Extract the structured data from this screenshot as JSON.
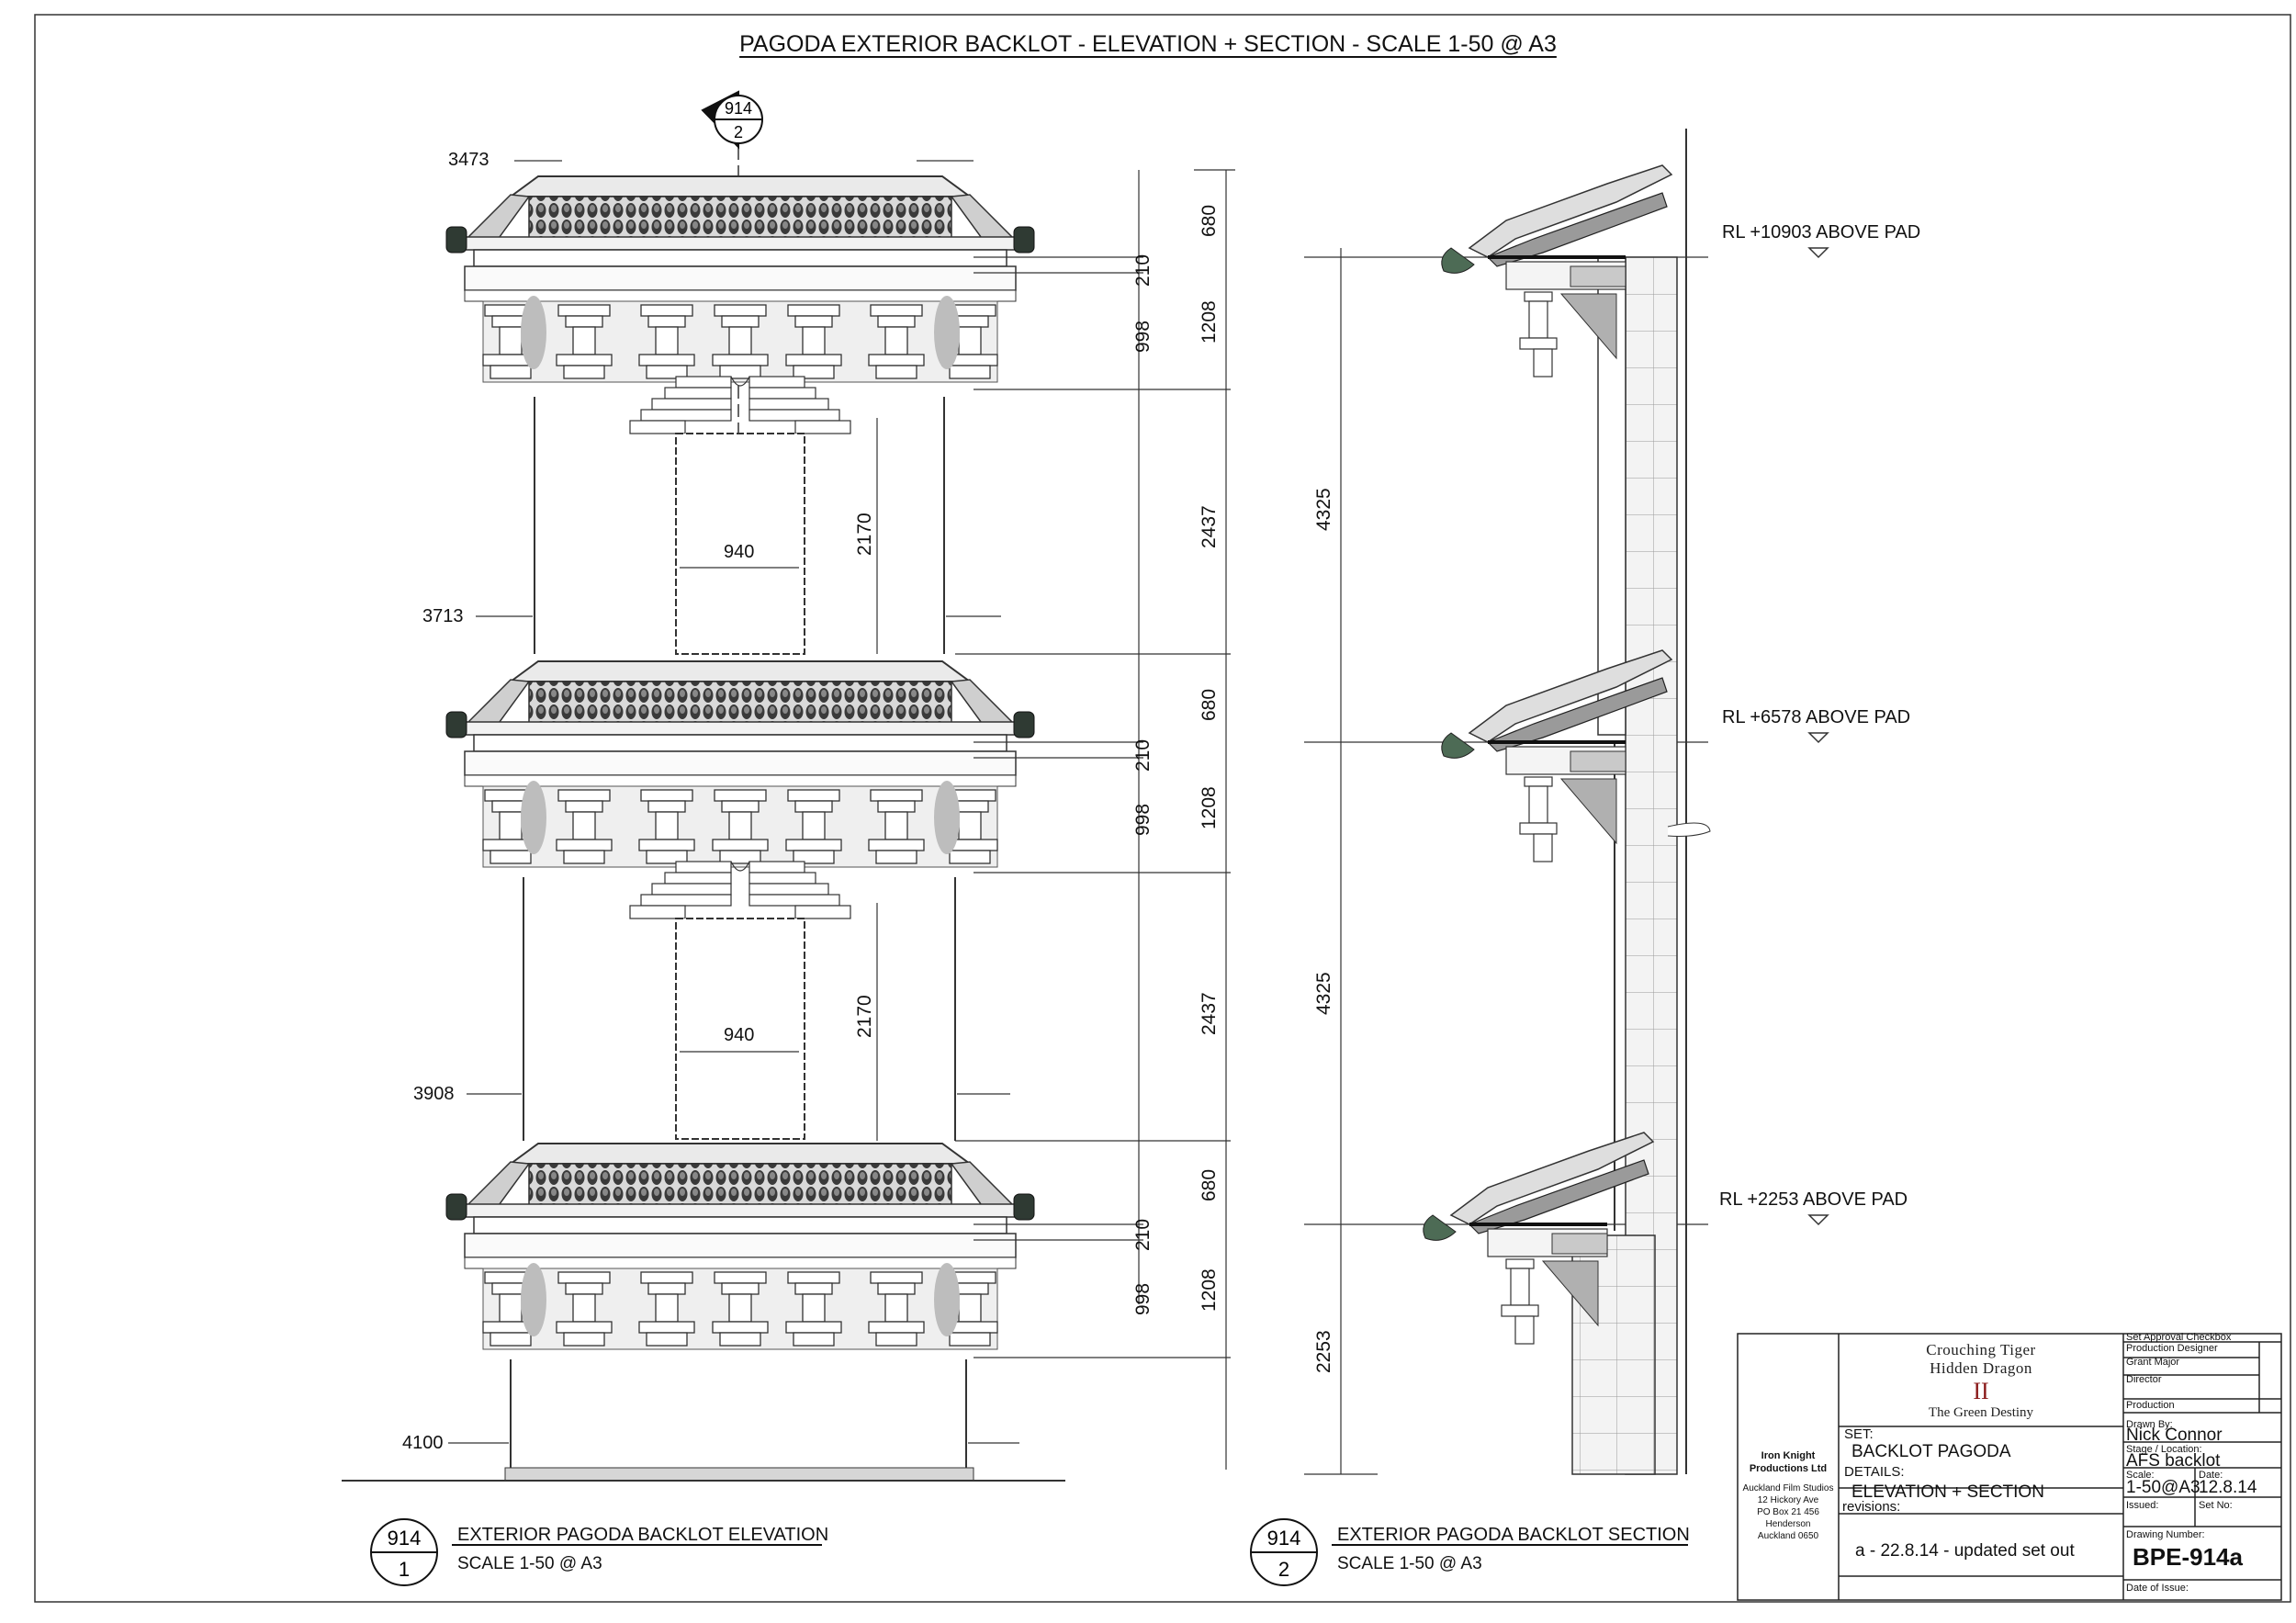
{
  "sheet": {
    "title": "PAGODA EXTERIOR BACKLOT - ELEVATION + SECTION - SCALE 1-50 @ A3"
  },
  "elevation": {
    "section_marker": {
      "top": "914",
      "bottom": "2"
    },
    "widths": [
      "3473",
      "3713",
      "3908",
      "4100"
    ],
    "door_width": [
      "940",
      "940"
    ],
    "door_height": [
      "2170",
      "2170"
    ],
    "inner_dims": [
      "680",
      "210",
      "998",
      "1208",
      "2437",
      "680",
      "210",
      "998",
      "1208",
      "2437",
      "680",
      "210",
      "998",
      "1208"
    ],
    "caption": {
      "number_top": "914",
      "number_bottom": "1",
      "title": "EXTERIOR PAGODA BACKLOT ELEVATION",
      "scale": "SCALE 1-50 @ A3"
    }
  },
  "section": {
    "levels": [
      "4325",
      "4325",
      "2253"
    ],
    "rl_labels": [
      "RL +10903 ABOVE PAD",
      "RL +6578 ABOVE PAD",
      "RL +2253 ABOVE PAD"
    ],
    "caption": {
      "number_top": "914",
      "number_bottom": "2",
      "title": "EXTERIOR PAGODA BACKLOT SECTION",
      "scale": "SCALE 1-50 @ A3"
    }
  },
  "title_block": {
    "logo": {
      "line1": "Crouching Tiger",
      "line2": "Hidden Dragon",
      "line3": "II",
      "line4": "The Green Destiny"
    },
    "company": {
      "name_1": "Iron Knight",
      "name_2": "Productions Ltd",
      "addr_1": "Auckland Film Studios",
      "addr_2": "12 Hickory Ave",
      "addr_3": "PO Box 21 456",
      "addr_4": "Henderson",
      "addr_5": "Auckland 0650"
    },
    "set_label": "SET:",
    "set_value": "BACKLOT PAGODA",
    "details_label": "DETAILS:",
    "details_value": "ELEVATION + SECTION",
    "revisions_label": "revisions:",
    "revision_1": "a - 22.8.14 - updated set out",
    "approval_title": "Set Approval Checkbox",
    "approval_prod_designer": "Production Designer",
    "approval_prod_designer_name": "Grant Major",
    "approval_director": "Director",
    "approval_production": "Production",
    "drawn_by_label": "Drawn By:",
    "drawn_by": "Nick Connor",
    "stage_label": "Stage / Location:",
    "stage": "AFS backlot",
    "scale_label": "Scale:",
    "scale": "1-50@A3",
    "date_label": "Date:",
    "date": "12.8.14",
    "issued_label": "Issued:",
    "set_no_label": "Set No:",
    "drawing_number_label": "Drawing Number:",
    "drawing_number": "BPE-914a",
    "date_of_issue_label": "Date of Issue:"
  }
}
